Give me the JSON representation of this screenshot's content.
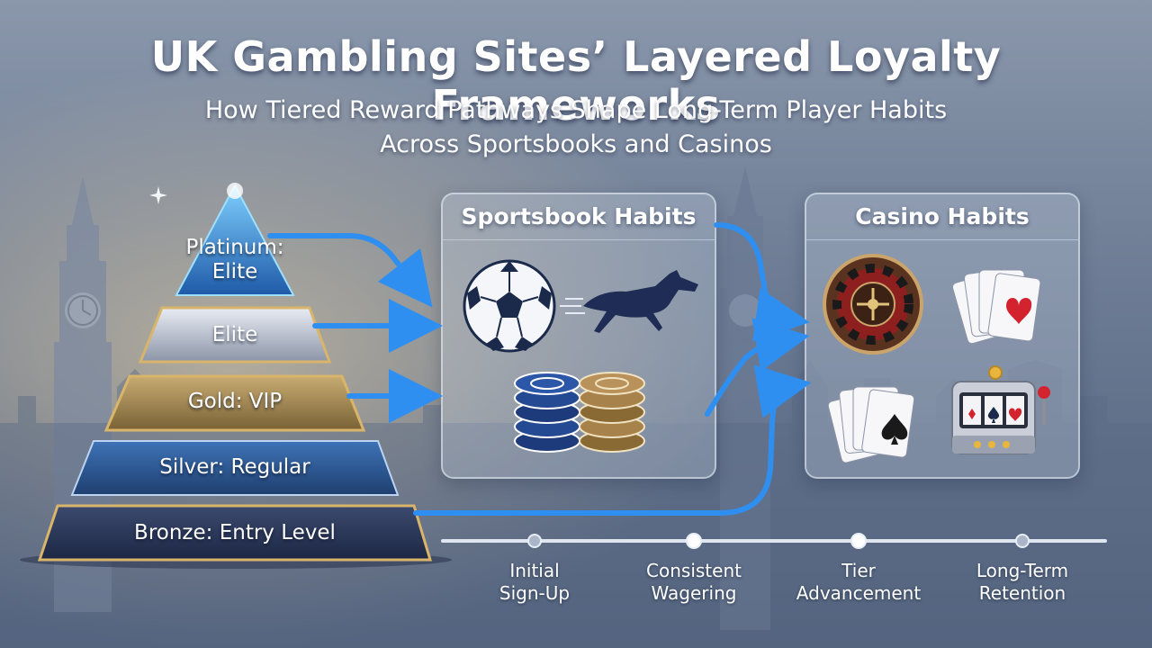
{
  "header": {
    "title": "UK Gambling Sites’ Layered Loyalty Frameworks",
    "subtitle_line1": "How Tiered Reward Pathways Shape Long-Term Player Habits",
    "subtitle_line2": "Across Sportsbooks and Casinos"
  },
  "pyramid": {
    "tiers": [
      {
        "label_line1": "Platinum:",
        "label_line2": "Elite",
        "color": "#2a5fa6"
      },
      {
        "label_line1": "Elite",
        "label_line2": "",
        "color": "#9aa3b5"
      },
      {
        "label_line1": "Gold: VIP",
        "label_line2": "",
        "color": "#9c8452"
      },
      {
        "label_line1": "Silver: Regular",
        "label_line2": "",
        "color": "#2f5c98"
      },
      {
        "label_line1": "Bronze: Entry Level",
        "label_line2": "",
        "color": "#2c3a5c"
      }
    ],
    "trim_color": "#d8b56a"
  },
  "panels": {
    "sportsbook": {
      "title": "Sportsbook Habits",
      "icons": [
        "soccer-ball-icon",
        "racehorse-icon",
        "poker-chips-icon"
      ]
    },
    "casino": {
      "title": "Casino Habits",
      "icons": [
        "roulette-wheel-icon",
        "playing-cards-hearts-icon",
        "playing-cards-spades-icon",
        "slot-machine-icon"
      ]
    }
  },
  "arrows": {
    "color": "#2f8ff0"
  },
  "timeline": {
    "stages": [
      {
        "line1": "Initial",
        "line2": "Sign-Up"
      },
      {
        "line1": "Consistent",
        "line2": "Wagering"
      },
      {
        "line1": "Tier",
        "line2": "Advancement"
      },
      {
        "line1": "Long-Term",
        "line2": "Retention"
      }
    ]
  }
}
